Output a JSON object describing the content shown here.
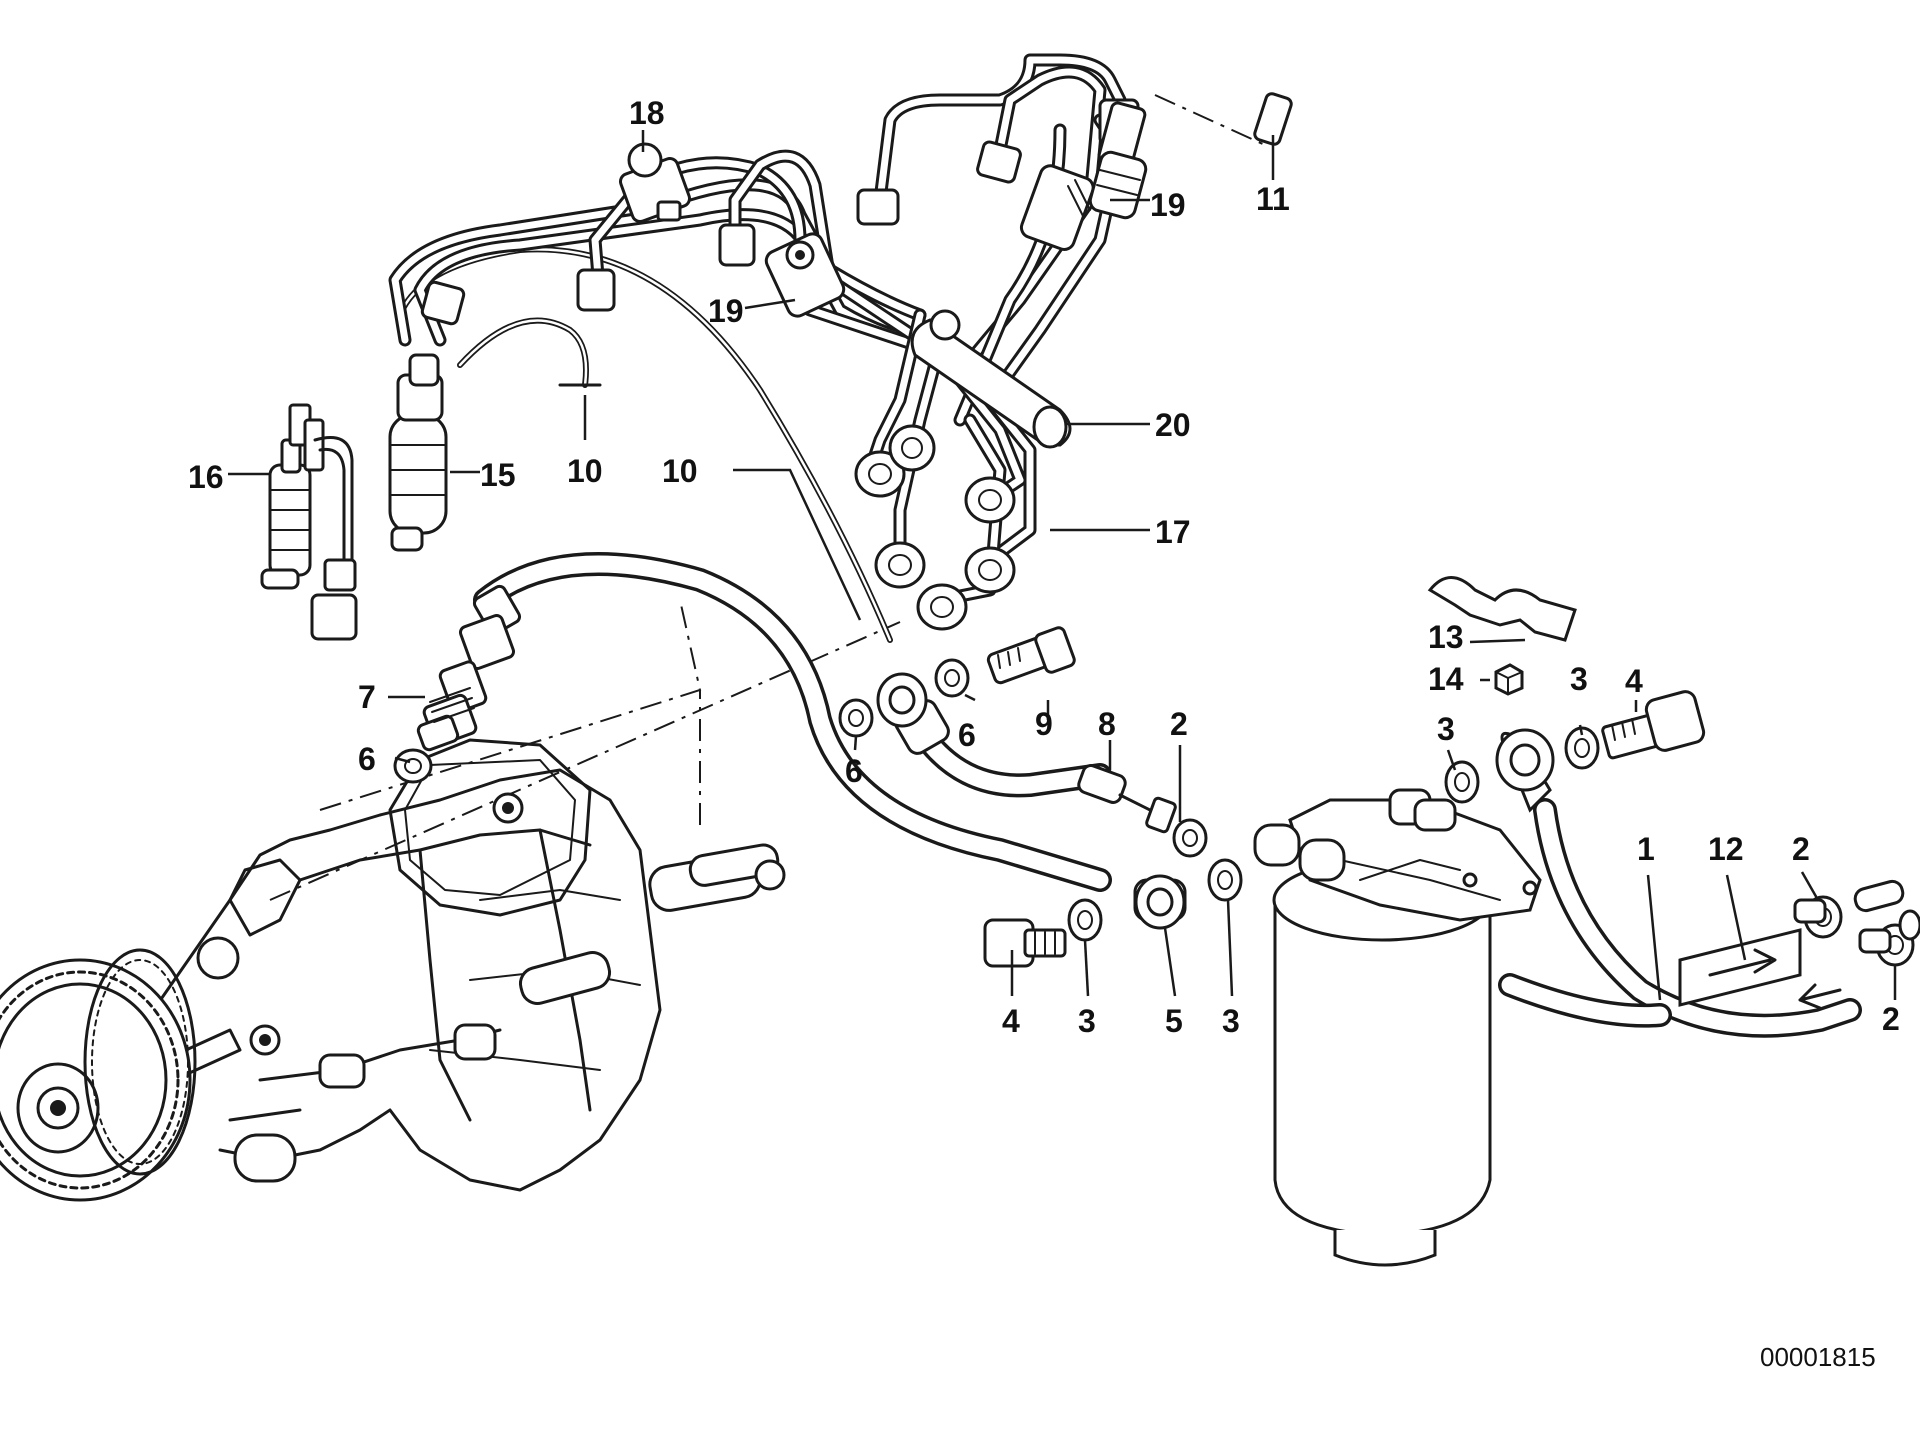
{
  "diagram": {
    "document_number": "00001815",
    "callouts": [
      {
        "id": "c1",
        "label": "1"
      },
      {
        "id": "c2a",
        "label": "2"
      },
      {
        "id": "c2b",
        "label": "2"
      },
      {
        "id": "c2c",
        "label": "2"
      },
      {
        "id": "c3a",
        "label": "3"
      },
      {
        "id": "c3b",
        "label": "3"
      },
      {
        "id": "c3c",
        "label": "3"
      },
      {
        "id": "c3d",
        "label": "3"
      },
      {
        "id": "c4a",
        "label": "4"
      },
      {
        "id": "c4b",
        "label": "4"
      },
      {
        "id": "c5",
        "label": "5"
      },
      {
        "id": "c6a",
        "label": "6"
      },
      {
        "id": "c6b",
        "label": "6"
      },
      {
        "id": "c6c",
        "label": "6"
      },
      {
        "id": "c7",
        "label": "7"
      },
      {
        "id": "c8",
        "label": "8"
      },
      {
        "id": "c9",
        "label": "9"
      },
      {
        "id": "c10a",
        "label": "10"
      },
      {
        "id": "c10b",
        "label": "10"
      },
      {
        "id": "c11",
        "label": "11"
      },
      {
        "id": "c12",
        "label": "12"
      },
      {
        "id": "c13",
        "label": "13"
      },
      {
        "id": "c14",
        "label": "14"
      },
      {
        "id": "c15",
        "label": "15"
      },
      {
        "id": "c16",
        "label": "16"
      },
      {
        "id": "c17",
        "label": "17"
      },
      {
        "id": "c18",
        "label": "18"
      },
      {
        "id": "c19a",
        "label": "19"
      },
      {
        "id": "c19b",
        "label": "19"
      },
      {
        "id": "c20",
        "label": "20"
      }
    ]
  }
}
